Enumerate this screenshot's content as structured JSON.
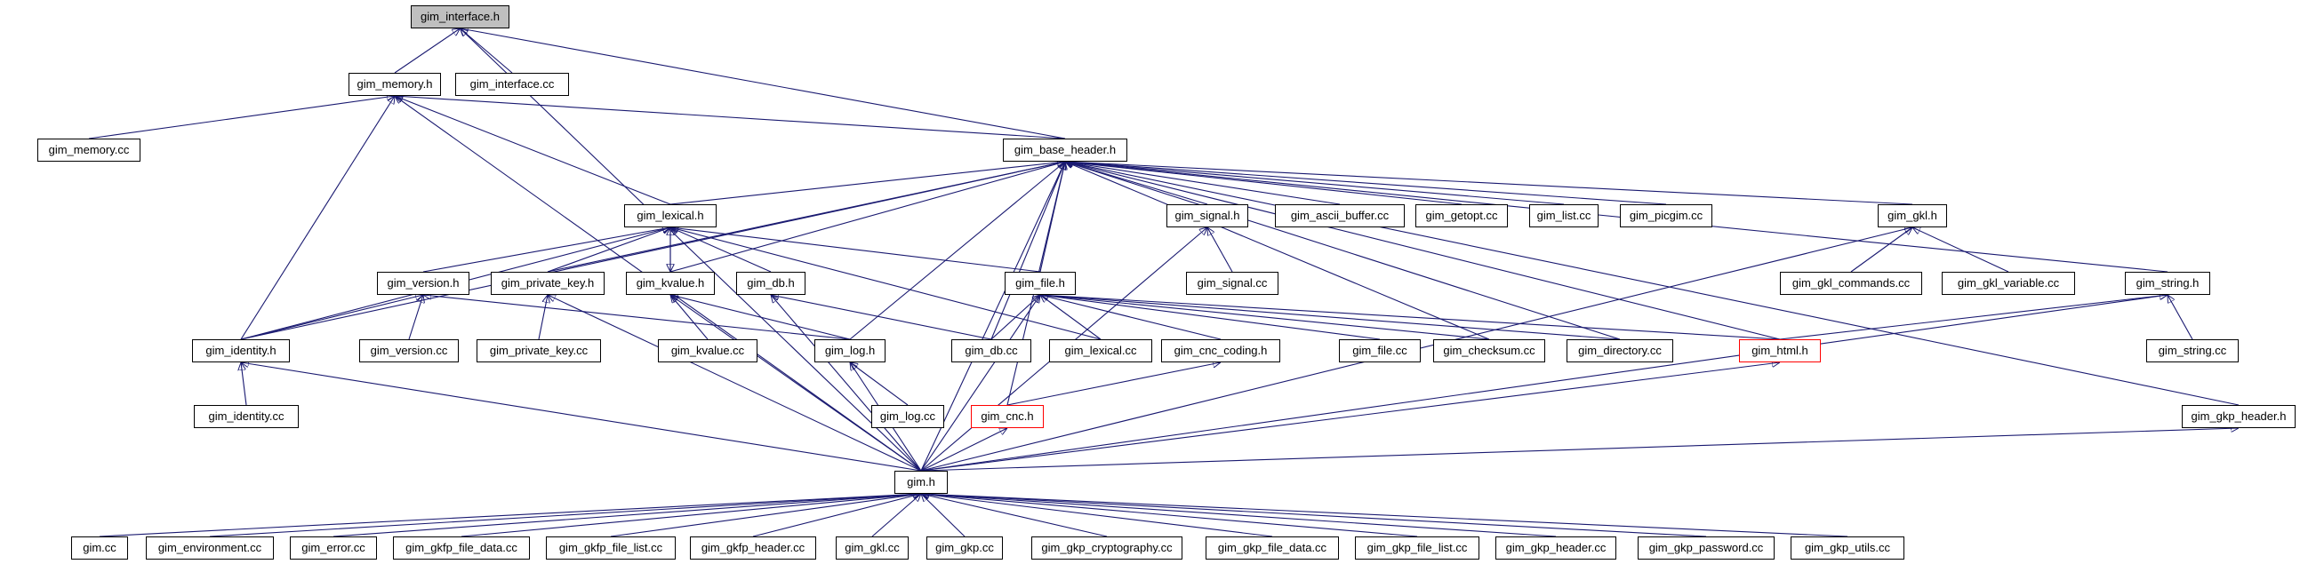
{
  "graph": {
    "title": "",
    "nodes": {
      "interface_h": "gim_interface.h",
      "memory_h": "gim_memory.h",
      "interface_cc": "gim_interface.cc",
      "memory_cc": "gim_memory.cc",
      "base_header_h": "gim_base_header.h",
      "lexical_h": "gim_lexical.h",
      "signal_h": "gim_signal.h",
      "ascii_buffer_cc": "gim_ascii_buffer.cc",
      "getopt_cc": "gim_getopt.cc",
      "list_cc": "gim_list.cc",
      "picgim_cc": "gim_picgim.cc",
      "gkl_h": "gim_gkl.h",
      "version_h": "gim_version.h",
      "private_key_h": "gim_private_key.h",
      "kvalue_h": "gim_kvalue.h",
      "db_h": "gim_db.h",
      "file_h": "gim_file.h",
      "signal_cc": "gim_signal.cc",
      "gkl_commands_cc": "gim_gkl_commands.cc",
      "gkl_variable_cc": "gim_gkl_variable.cc",
      "string_h": "gim_string.h",
      "identity_h": "gim_identity.h",
      "version_cc": "gim_version.cc",
      "private_key_cc": "gim_private_key.cc",
      "kvalue_cc": "gim_kvalue.cc",
      "log_h": "gim_log.h",
      "db_cc": "gim_db.cc",
      "lexical_cc": "gim_lexical.cc",
      "cnc_coding_h": "gim_cnc_coding.h",
      "file_cc": "gim_file.cc",
      "checksum_cc": "gim_checksum.cc",
      "directory_cc": "gim_directory.cc",
      "html_h": "gim_html.h",
      "string_cc": "gim_string.cc",
      "identity_cc": "gim_identity.cc",
      "log_cc": "gim_log.cc",
      "cnc_h": "gim_cnc.h",
      "gkp_header_h": "gim_gkp_header.h",
      "gim_h": "gim.h",
      "gim_cc": "gim.cc",
      "environment_cc": "gim_environment.cc",
      "error_cc": "gim_error.cc",
      "gkfp_file_data_cc": "gim_gkfp_file_data.cc",
      "gkfp_file_list_cc": "gim_gkfp_file_list.cc",
      "gkfp_header_cc": "gim_gkfp_header.cc",
      "gkl_cc": "gim_gkl.cc",
      "gkp_cc": "gim_gkp.cc",
      "gkp_cryptography_cc": "gim_gkp_cryptography.cc",
      "gkp_file_data_cc": "gim_gkp_file_data.cc",
      "gkp_file_list_cc": "gim_gkp_file_list.cc",
      "gkp_header_cc": "gim_gkp_header.cc",
      "gkp_password_cc": "gim_gkp_password.cc",
      "gkp_utils_cc": "gim_gkp_utils.cc"
    },
    "colors": {
      "edge": "#191970",
      "node_border": "#000000",
      "incomplete_border": "#ff0000",
      "root_fill": "#bfbfbf"
    }
  }
}
